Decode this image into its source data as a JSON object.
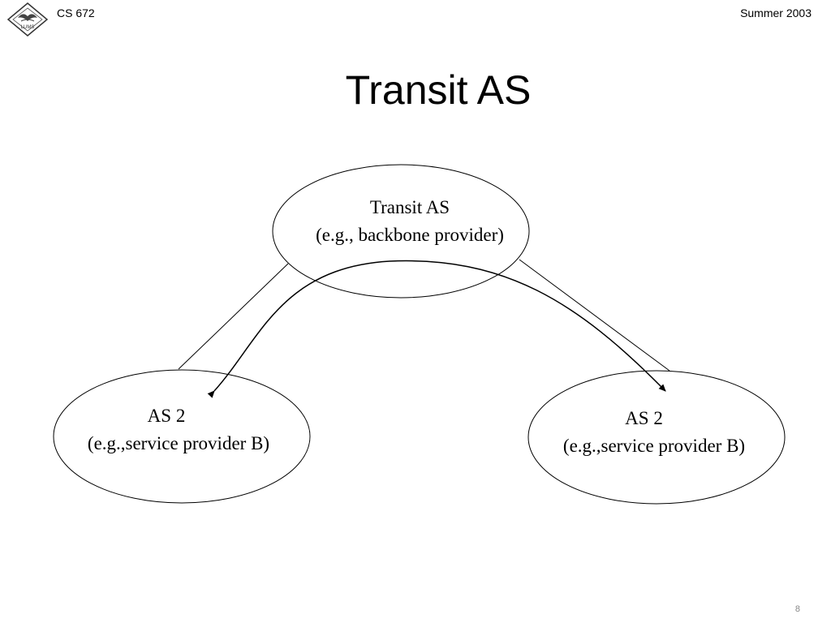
{
  "header": {
    "course": "CS 672",
    "term": "Summer 2003",
    "logo_text": "LUMS"
  },
  "slide": {
    "title": "Transit AS",
    "page_number": "8"
  },
  "diagram": {
    "nodes": [
      {
        "id": "transit",
        "line1": "Transit AS",
        "line2": "(e.g., backbone provider)"
      },
      {
        "id": "left",
        "line1": "AS 2",
        "line2": "(e.g.,service provider B)"
      },
      {
        "id": "right",
        "line1": "AS 2",
        "line2": "(e.g.,service provider B)"
      }
    ]
  }
}
